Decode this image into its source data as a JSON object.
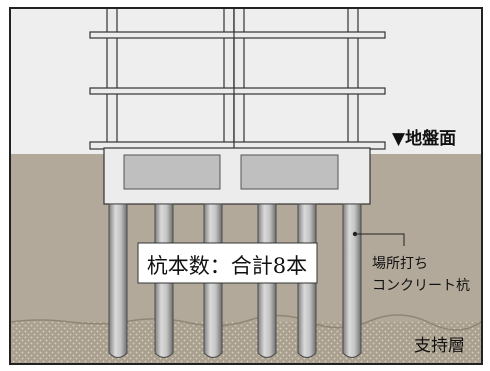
{
  "diagram": {
    "labels": {
      "ground_level": "▼地盤面",
      "pile_count": "杭本数：合計8本",
      "pile_type_line1": "場所打ち",
      "pile_type_line2": "コンクリート杭",
      "bearing_layer": "支持層"
    },
    "colors": {
      "sky": "#eeeeee",
      "soil": "#b3a99a",
      "bearing_layer": "#aaa08f",
      "structure_fill": "#ececec",
      "foundation_block": "#bfbfbf",
      "outline": "#333333",
      "pile_dark": "#7e7e7e",
      "pile_light": "#dadada",
      "frame": "#222222"
    },
    "icons": {
      "ground_marker": "down-triangle-icon"
    }
  }
}
